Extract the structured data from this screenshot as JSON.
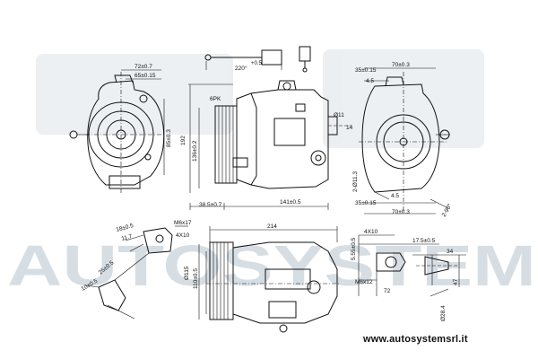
{
  "watermark": {
    "text": "AUTOSYSTEM",
    "color": "#c9d3dc"
  },
  "footer": {
    "url": "www.autosystemsrl.it"
  },
  "dimensions": {
    "top_left_width": "72±0.7",
    "top_left_inner": "65±0.15",
    "side_85": "85±0.3",
    "connector_angle": "220°",
    "connector_tol": "+0.5",
    "pulley_label": "6PK",
    "height_192": "192",
    "height_136": "136±0.2",
    "port_d11": "Ø11",
    "port_14": "14",
    "base_38": "38.5±0.7",
    "base_141": "141±0.5",
    "right_35_top": "35±0.15",
    "right_70_top": "70±0.3",
    "right_45_top": "4.5",
    "right_d113": "2-Ø11.3",
    "right_45_bottom": "4.5",
    "right_35_bottom": "35±0.15",
    "right_70_bottom": "70±0.3",
    "right_angle": "2-90°",
    "length_214": "214",
    "m6x17": "M6x17",
    "h4x10_left": "4X10",
    "angle_18": "18±0.5",
    "angle_11": "11.7",
    "angle_25": "25±0.5",
    "angle_10": "10±0.5",
    "d115": "Ø115",
    "d110": "110±0.5",
    "h4x10_right": "4X10",
    "dim_55": "5.55±0.5",
    "dim_17": "17.5±0.5",
    "dim_34": "34",
    "m6x12": "M6x12",
    "dim_72": "72",
    "dim_47": "47",
    "d28": "Ø28.4"
  }
}
